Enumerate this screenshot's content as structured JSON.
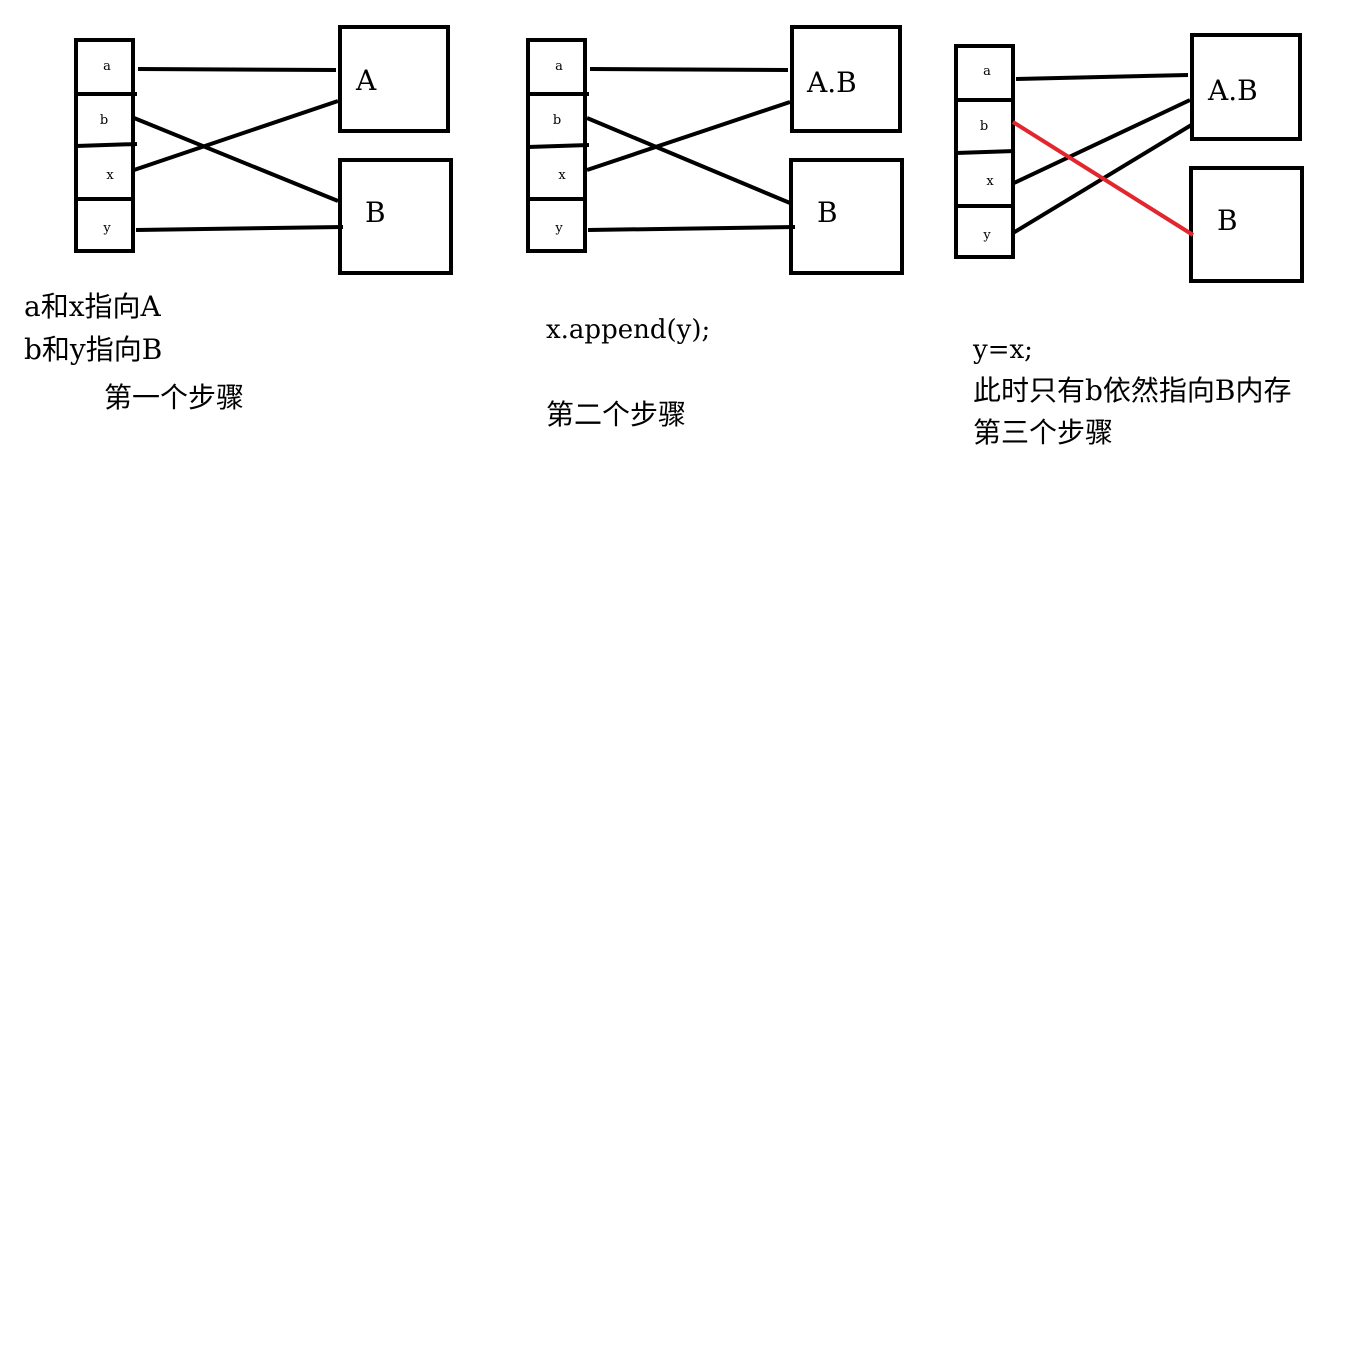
{
  "panels": [
    {
      "name": "step-1",
      "slots": [
        "a",
        "b",
        "x",
        "y"
      ],
      "objects": [
        "A",
        "B"
      ],
      "links": [
        {
          "from": "a",
          "to": "A"
        },
        {
          "from": "x",
          "to": "A"
        },
        {
          "from": "b",
          "to": "B"
        },
        {
          "from": "y",
          "to": "B"
        }
      ],
      "lines": [
        "a和x指向A",
        "b和y指向B",
        "第一个步骤"
      ]
    },
    {
      "name": "step-2",
      "slots": [
        "a",
        "b",
        "x",
        "y"
      ],
      "objects": [
        "A.B",
        "B"
      ],
      "links": [
        {
          "from": "a",
          "to": "A.B"
        },
        {
          "from": "x",
          "to": "A.B"
        },
        {
          "from": "b",
          "to": "B"
        },
        {
          "from": "y",
          "to": "B"
        }
      ],
      "lines": [
        "x.append(y);",
        "第二个步骤"
      ]
    },
    {
      "name": "step-3",
      "slots": [
        "a",
        "b",
        "x",
        "y"
      ],
      "objects": [
        "A.B",
        "B"
      ],
      "links": [
        {
          "from": "a",
          "to": "A.B"
        },
        {
          "from": "x",
          "to": "A.B"
        },
        {
          "from": "y",
          "to": "A.B"
        },
        {
          "from": "b",
          "to": "B",
          "highlight": true
        }
      ],
      "lines": [
        "y=x;",
        "此时只有b依然指向B内存",
        "第三个步骤"
      ]
    }
  ],
  "colors": {
    "line": "#000000",
    "highlight": "#e3262e"
  }
}
